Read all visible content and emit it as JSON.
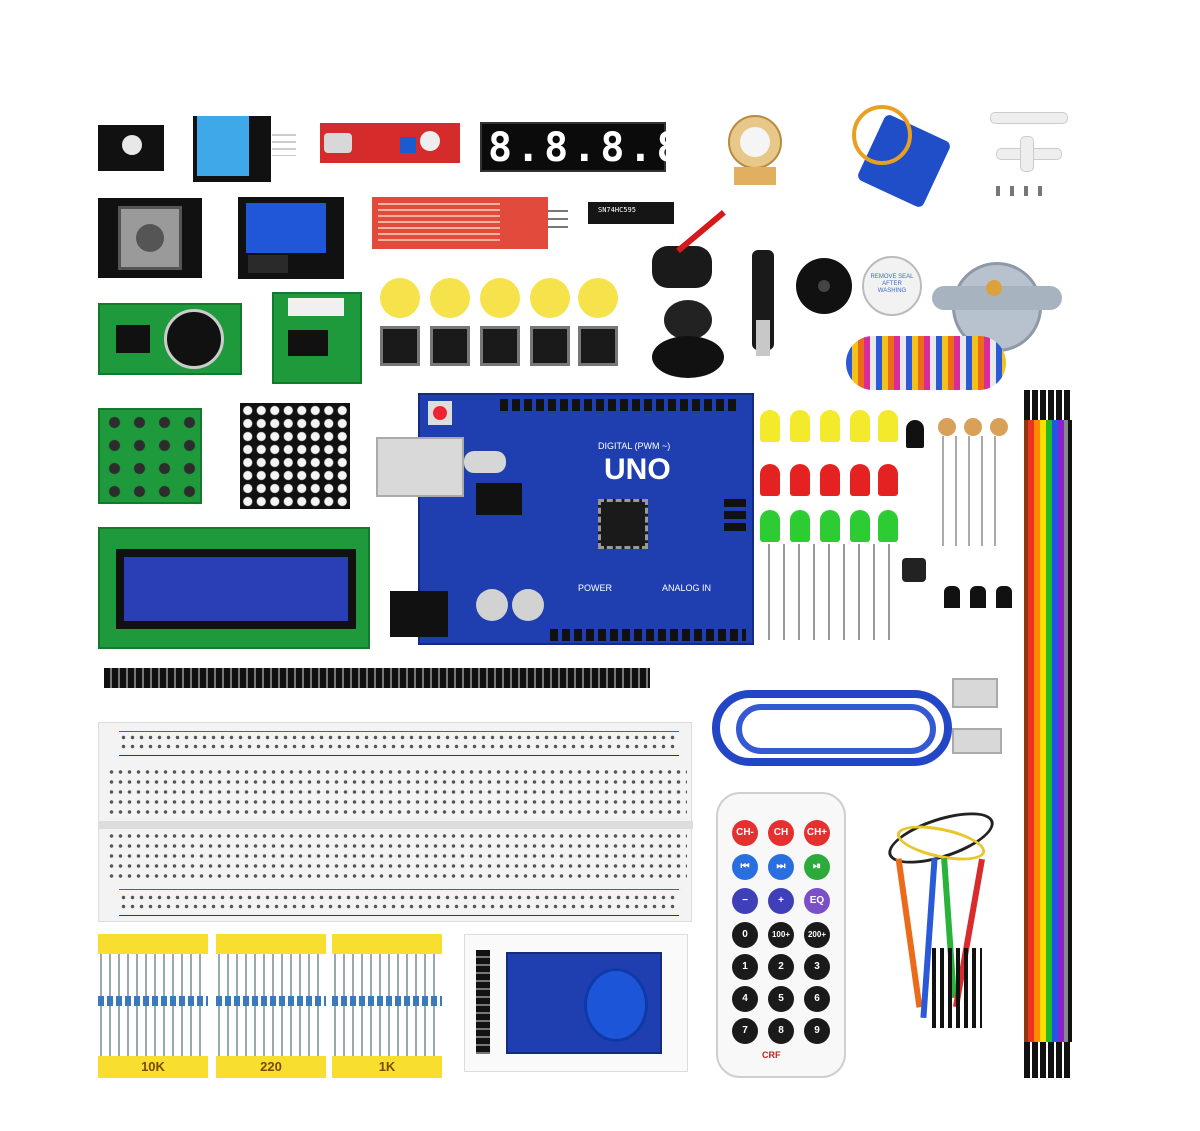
{
  "board": {
    "label": "UNO",
    "power_label": "POWER",
    "analog_label": "ANALOG IN",
    "digital_label": "DIGITAL (PWM ~)"
  },
  "resistor_labels": [
    "10K",
    "220",
    "1K"
  ],
  "remote": {
    "row1": [
      "CH-",
      "CH",
      "CH+"
    ],
    "row2": [
      "⏮",
      "⏭",
      "⏯"
    ],
    "row3": [
      "−",
      "+",
      "EQ"
    ],
    "row4": [
      "0",
      "100+",
      "200+"
    ],
    "row5": [
      "1",
      "2",
      "3"
    ],
    "row6": [
      "4",
      "5",
      "6"
    ],
    "row7": [
      "7",
      "8",
      "9"
    ],
    "brand": "CRF"
  },
  "led_colors": [
    "#f2ea2a",
    "#e52222",
    "#2ccc32"
  ],
  "buzzer_sticker": "REMOVE SEAL AFTER WASHING",
  "colors": {
    "pcb_blue": "#1f3fb0",
    "pcb_green": "#1e9a3c",
    "yellow_cap": "#f6e24a"
  }
}
